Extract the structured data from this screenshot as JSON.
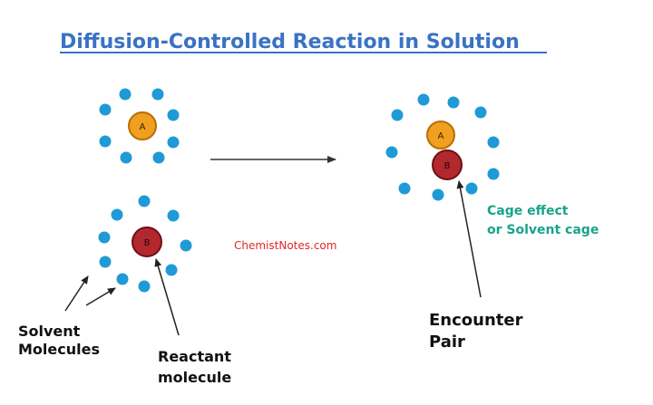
{
  "title": "Diffusion-Controlled Reaction in Solution",
  "molecules": {
    "a_label": "A",
    "b_label": "B"
  },
  "watermark": "ChemistNotes.com",
  "labels": {
    "cage_line1": "Cage effect",
    "cage_line2": "or Solvent cage",
    "solvent_line1": "Solvent",
    "solvent_line2": "Molecules",
    "reactant_line1": "Reactant",
    "reactant_line2": "molecule",
    "encounter_line1": "Encounter",
    "encounter_line2": "Pair"
  },
  "colors": {
    "title": "#3a72c4",
    "solvent": "#1f9ad6",
    "molecule_a": "#f0a020",
    "molecule_b": "#b3272e",
    "cage_text": "#1aa38a",
    "watermark": "#e02828"
  }
}
